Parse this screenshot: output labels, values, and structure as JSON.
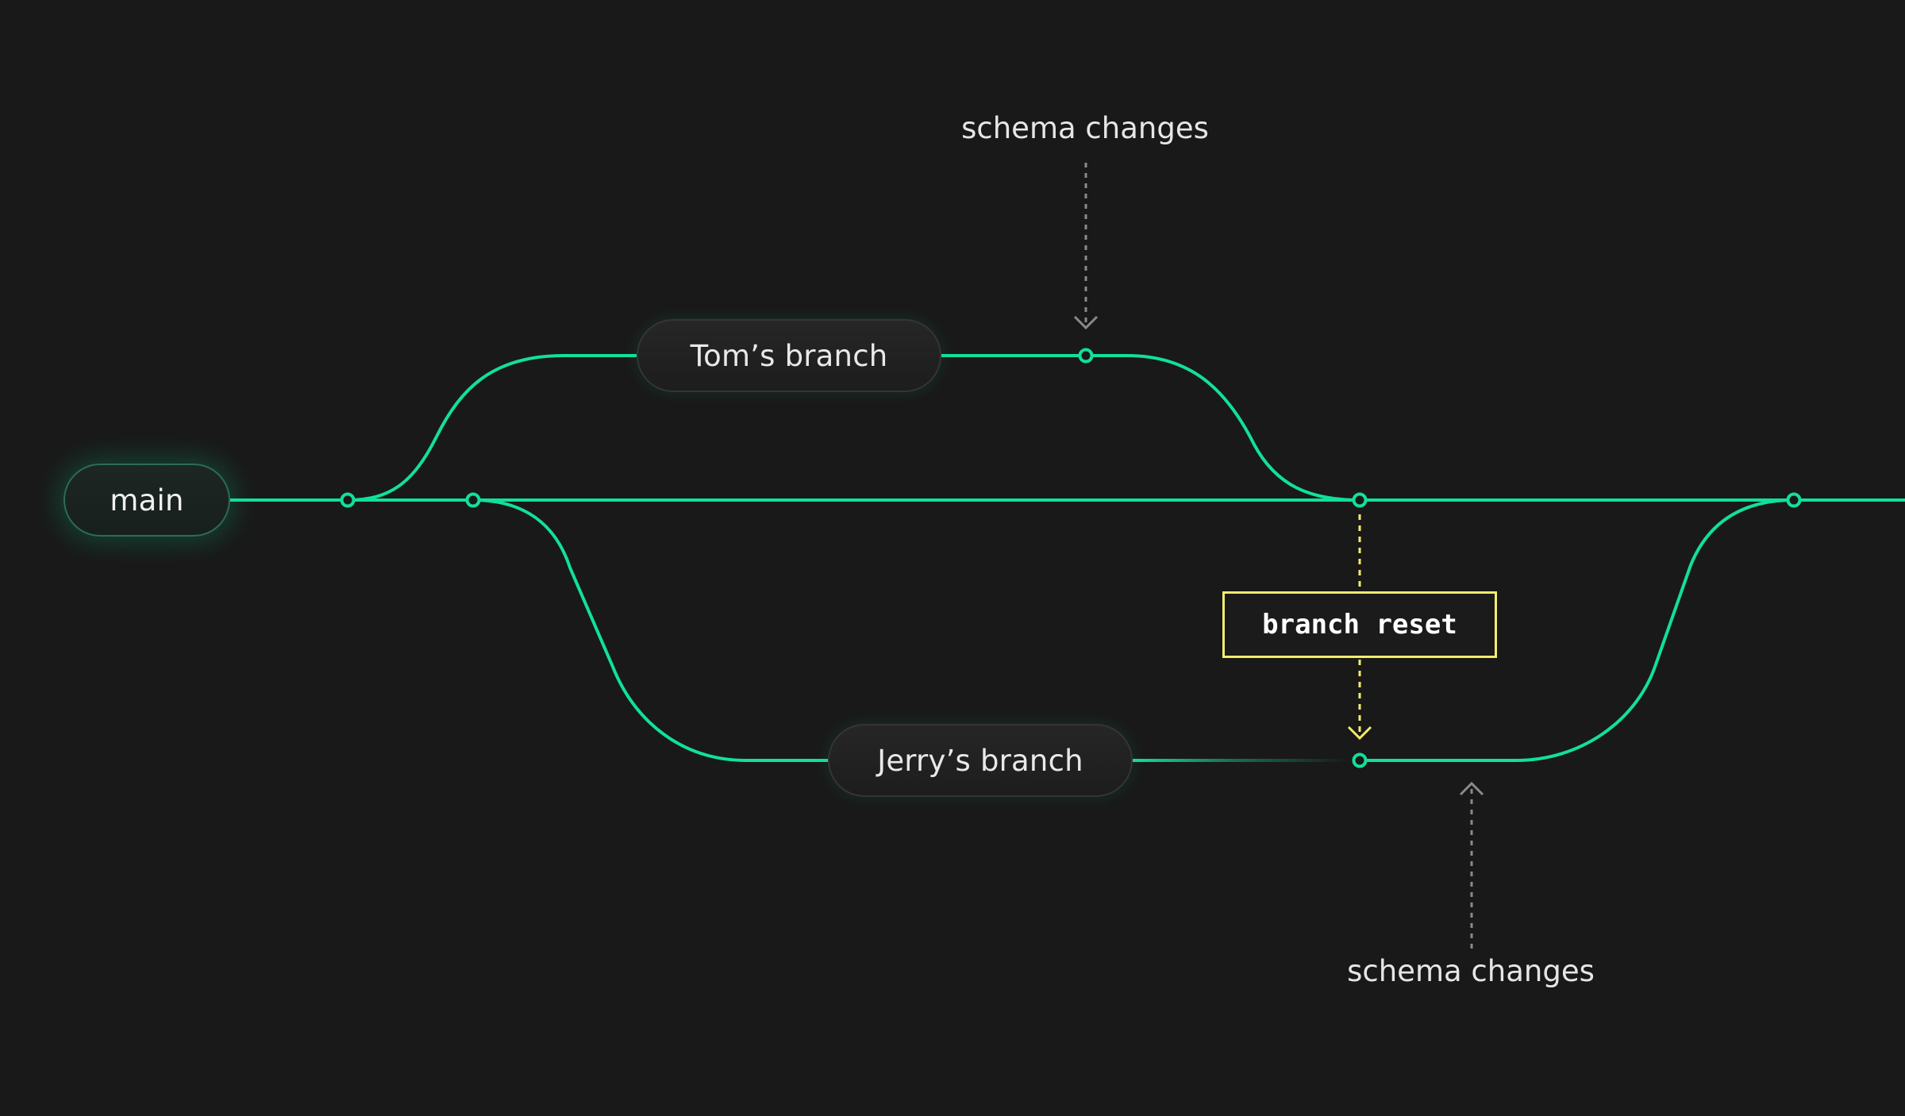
{
  "nodes": {
    "main": "main",
    "tom": "Tom’s branch",
    "jerry": "Jerry’s branch"
  },
  "annotations": {
    "schema_top": "schema changes",
    "schema_bottom": "schema changes",
    "reset": "branch reset"
  },
  "colors": {
    "branch_line": "#12e09a",
    "reset_accent": "#f2ec6d",
    "annotation_arrow": "#8a8a8a",
    "background": "#191919"
  }
}
